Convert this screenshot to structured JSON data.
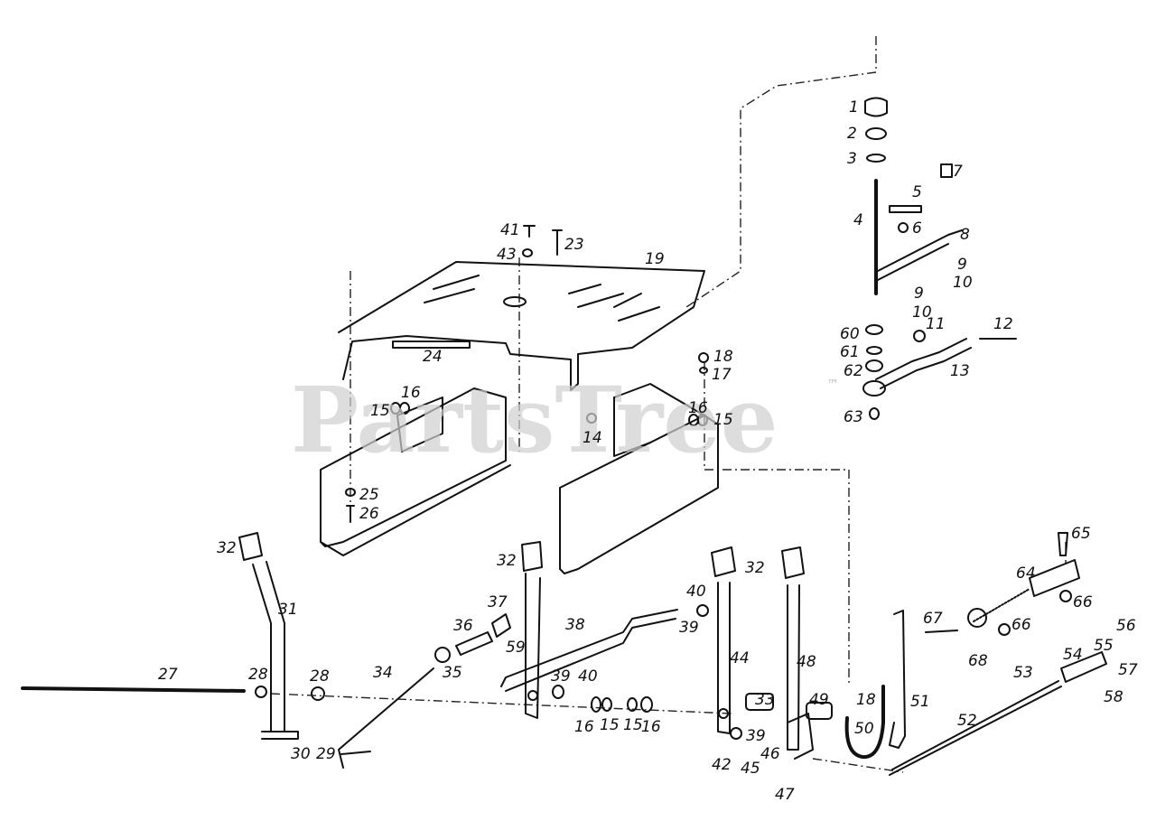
{
  "diagram": {
    "watermark": "PartsTree",
    "watermark_mark": "™",
    "labels": [
      "1",
      "2",
      "3",
      "4",
      "5",
      "6",
      "7",
      "8",
      "9",
      "10",
      "9",
      "10",
      "11",
      "12",
      "13",
      "60",
      "61",
      "62",
      "63",
      "19",
      "41",
      "43",
      "23",
      "24",
      "18",
      "17",
      "16",
      "15",
      "14",
      "16",
      "15",
      "25",
      "26",
      "32",
      "31",
      "27",
      "28",
      "28",
      "30",
      "29",
      "34",
      "35",
      "36",
      "37",
      "32",
      "59",
      "38",
      "40",
      "39",
      "39",
      "40",
      "16",
      "15",
      "15",
      "16",
      "32",
      "44",
      "33",
      "39",
      "42",
      "45",
      "46",
      "47",
      "48",
      "49",
      "18",
      "50",
      "51",
      "52",
      "53",
      "54",
      "55",
      "56",
      "57",
      "58",
      "64",
      "65",
      "66",
      "67",
      "66",
      "68"
    ]
  }
}
